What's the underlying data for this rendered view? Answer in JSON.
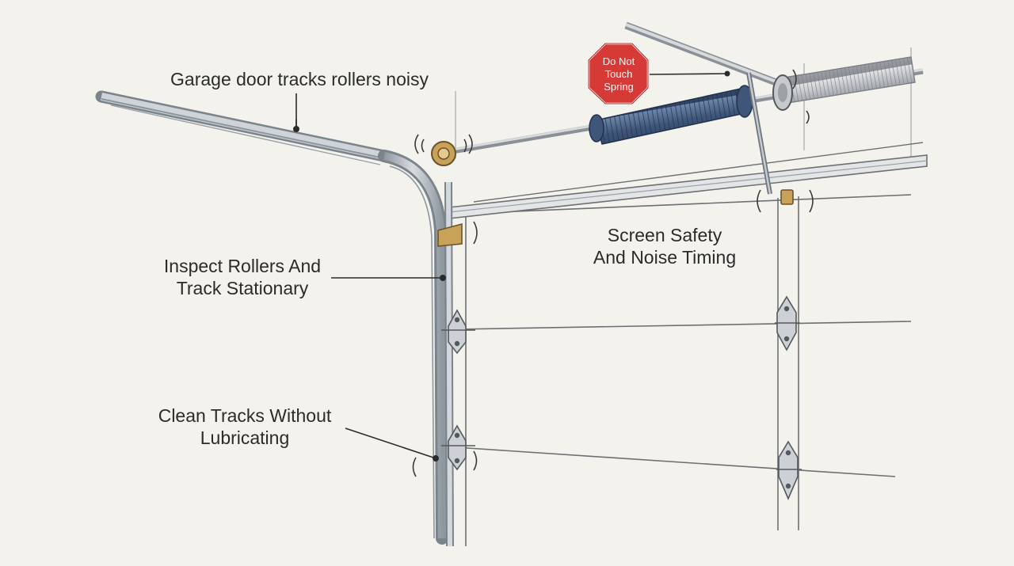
{
  "labels": {
    "tracks_rollers_noisy": "Garage door tracks rollers noisy",
    "inspect_line1": "Inspect Rollers And",
    "inspect_line2": "Track Stationary",
    "clean_line1": "Clean Tracks Without",
    "clean_line2": "Lubricating",
    "screen_line1": "Screen Safety",
    "screen_line2": "And Noise Timing"
  },
  "sign": {
    "line1": "Do Not",
    "line2": "Touch",
    "line3": "Spring",
    "color": "#d63a36"
  },
  "colors": {
    "background": "#f3f2ed",
    "track": "#b9c0c8",
    "spring": "#4a6287",
    "roller": "#c9a25a",
    "ink": "#2b2b2b"
  }
}
